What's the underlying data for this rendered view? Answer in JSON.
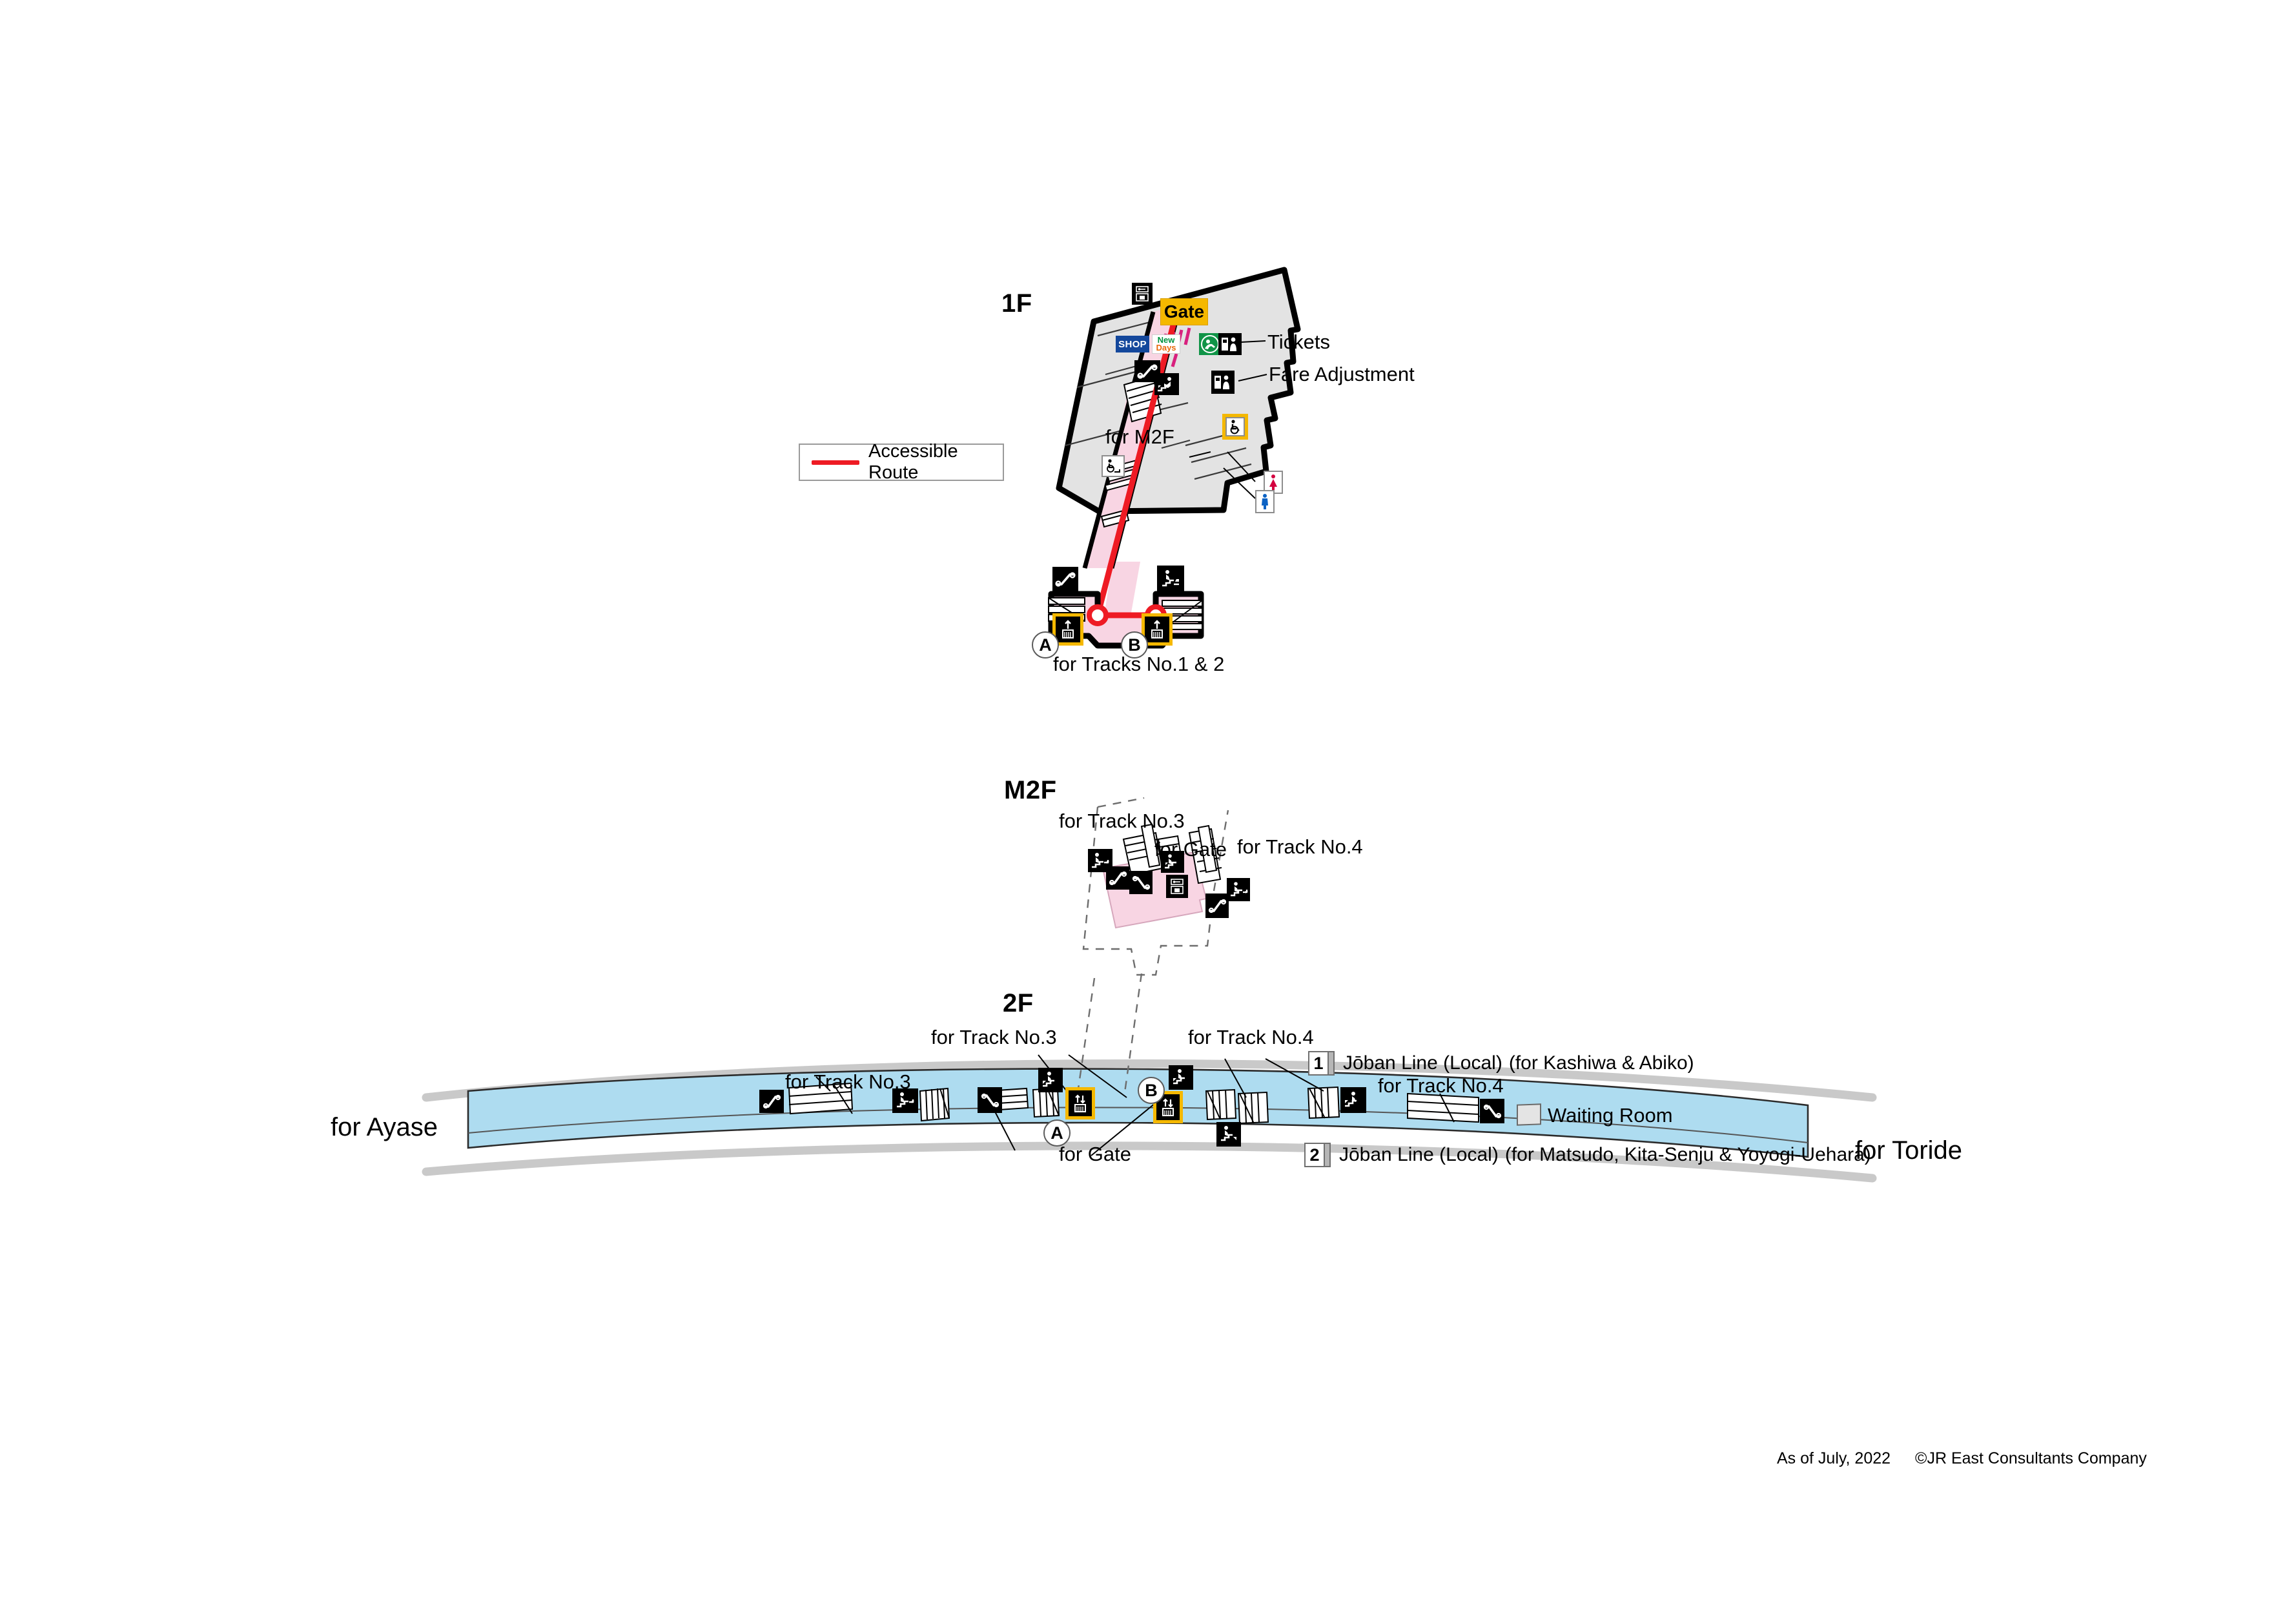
{
  "document": {
    "type": "station-accessibility-map",
    "accent_colors": {
      "accessible_route": "#ee1b24",
      "gate_badge": "#F5B800",
      "platform_fill": "#aedcf0",
      "concourse_pink": "#f8d5e3",
      "floor_gray": "#e3e3e3",
      "track_gray": "#c9c9c9",
      "elevator_highlight": "#F5B800",
      "shop_blue": "#14489c",
      "newdays_green": "#00923f",
      "baby_room_green": "#109447",
      "restroom_women": "#d3003f",
      "restroom_men": "#0b62c4"
    }
  },
  "legend": {
    "accessible_route_label": "Accessible Route"
  },
  "floors": [
    {
      "id": "1F",
      "label": "1F",
      "labels": [
        {
          "name": "for-m2f",
          "text": "for M2F"
        },
        {
          "name": "tickets",
          "text": "Tickets"
        },
        {
          "name": "fare-adjustment",
          "text": "Fare Adjustment"
        },
        {
          "name": "for-tracks-1-2",
          "text": "for Tracks No.1 & 2"
        }
      ],
      "badges": [
        {
          "name": "gate",
          "text": "Gate"
        },
        {
          "name": "shop",
          "text": "SHOP"
        },
        {
          "name": "newdays",
          "line1": "New",
          "line2": "Days"
        }
      ],
      "elevators": [
        {
          "name": "elevator-a",
          "letter": "A"
        },
        {
          "name": "elevator-b",
          "letter": "B"
        }
      ],
      "icons": [
        {
          "name": "coin-locker-icon",
          "kind": "locker"
        },
        {
          "name": "baby-room-icon",
          "kind": "baby"
        },
        {
          "name": "ticket-machine-icon",
          "kind": "ticket"
        },
        {
          "name": "fare-adjustment-machine-icon",
          "kind": "ticket"
        },
        {
          "name": "escalator-icon",
          "kind": "escalator"
        },
        {
          "name": "stairs-icon",
          "kind": "stairs"
        },
        {
          "name": "accessible-toilet-icon",
          "kind": "wheelchair"
        },
        {
          "name": "wheelchair-lift-icon",
          "kind": "wheelchair-stair"
        },
        {
          "name": "restroom-women-icon",
          "kind": "women"
        },
        {
          "name": "restroom-men-icon",
          "kind": "men"
        }
      ]
    },
    {
      "id": "M2F",
      "label": "M2F",
      "labels": [
        {
          "name": "for-track-3",
          "text": "for Track No.3"
        },
        {
          "name": "for-gate",
          "text": "for Gate"
        },
        {
          "name": "for-track-4",
          "text": "for Track No.4"
        }
      ],
      "icons": [
        {
          "name": "stairs-icon",
          "kind": "stairs"
        },
        {
          "name": "escalator-icon",
          "kind": "escalator"
        },
        {
          "name": "coin-locker-icon",
          "kind": "locker"
        }
      ]
    },
    {
      "id": "2F",
      "label": "2F",
      "labels": [
        {
          "name": "for-track-3-left",
          "text": "for Track No.3"
        },
        {
          "name": "for-track-3",
          "text": "for Track No.3"
        },
        {
          "name": "for-track-4",
          "text": "for Track No.4"
        },
        {
          "name": "for-track-4-right",
          "text": "for Track No.4"
        },
        {
          "name": "for-gate",
          "text": "for Gate"
        },
        {
          "name": "waiting-room",
          "text": "Waiting Room"
        }
      ],
      "elevators": [
        {
          "name": "elevator-a",
          "letter": "A"
        },
        {
          "name": "elevator-b",
          "letter": "B"
        }
      ],
      "directions": [
        {
          "name": "direction-ayase",
          "text": "for Ayase"
        },
        {
          "name": "direction-toride",
          "text": "for Toride"
        }
      ],
      "tracks": [
        {
          "name": "track-1",
          "number": "1",
          "line": "Jōban Line (Local)",
          "destination": "(for Kashiwa & Abiko)"
        },
        {
          "name": "track-2",
          "number": "2",
          "line": "Jōban Line (Local)",
          "destination": "(for Matsudo, Kita-Senju & Yoyogi-Uehara)"
        }
      ]
    }
  ],
  "footer": {
    "as_of": "As of July, 2022",
    "copyright": "©JR East Consultants Company"
  }
}
